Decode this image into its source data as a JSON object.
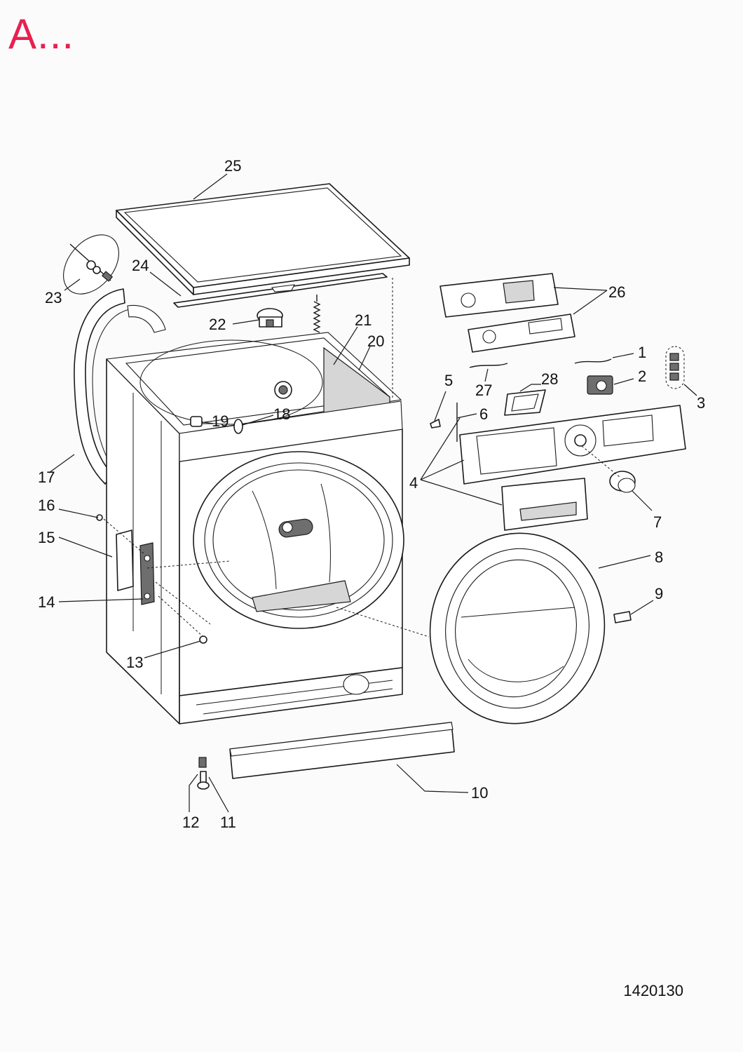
{
  "heading": {
    "text": "A...",
    "color": "#e8204f"
  },
  "diagram": {
    "callouts": [
      {
        "n": "1"
      },
      {
        "n": "2"
      },
      {
        "n": "3"
      },
      {
        "n": "4"
      },
      {
        "n": "5"
      },
      {
        "n": "6"
      },
      {
        "n": "7"
      },
      {
        "n": "8"
      },
      {
        "n": "9"
      },
      {
        "n": "10"
      },
      {
        "n": "11"
      },
      {
        "n": "12"
      },
      {
        "n": "13"
      },
      {
        "n": "14"
      },
      {
        "n": "15"
      },
      {
        "n": "16"
      },
      {
        "n": "17"
      },
      {
        "n": "18"
      },
      {
        "n": "19"
      },
      {
        "n": "20"
      },
      {
        "n": "21"
      },
      {
        "n": "22"
      },
      {
        "n": "23"
      },
      {
        "n": "24"
      },
      {
        "n": "25"
      },
      {
        "n": "26"
      },
      {
        "n": "27"
      },
      {
        "n": "28"
      }
    ]
  },
  "reference_number": "1420130"
}
